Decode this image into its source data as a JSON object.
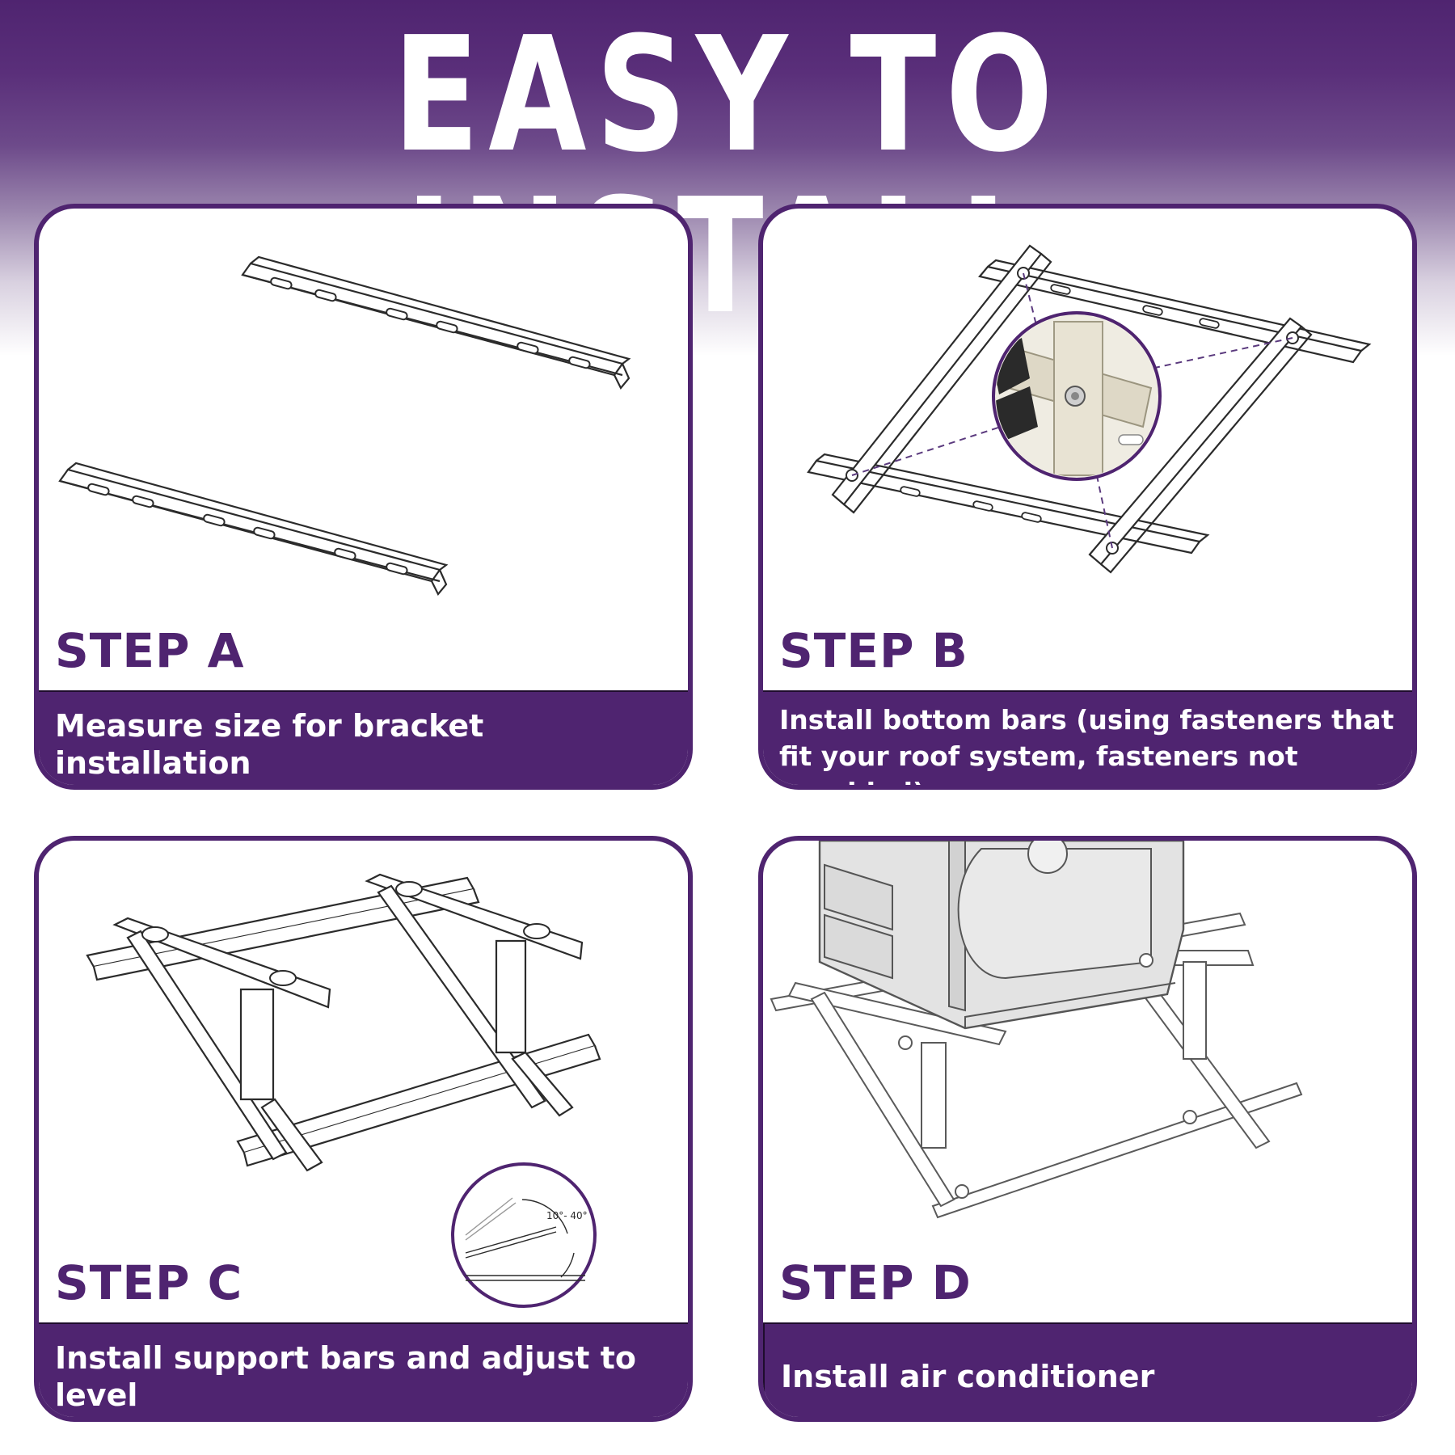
{
  "header": {
    "title": "EASY TO INSTALL"
  },
  "steps": [
    {
      "label": "STEP A",
      "description": "Measure size for bracket installation"
    },
    {
      "label": "STEP B",
      "description": "Install bottom bars (using fasteners that fit your roof system, fasteners not provided)"
    },
    {
      "label": "STEP C",
      "description": "Install support bars and adjust to level"
    },
    {
      "label": "STEP D",
      "description": "Install air conditioner"
    }
  ],
  "angle_inset": {
    "range_label": "10°- 40°"
  },
  "colors": {
    "brand_purple": "#4f2470",
    "line_dark": "#2b2b2b",
    "metal_beige": "#e4dfcf"
  }
}
